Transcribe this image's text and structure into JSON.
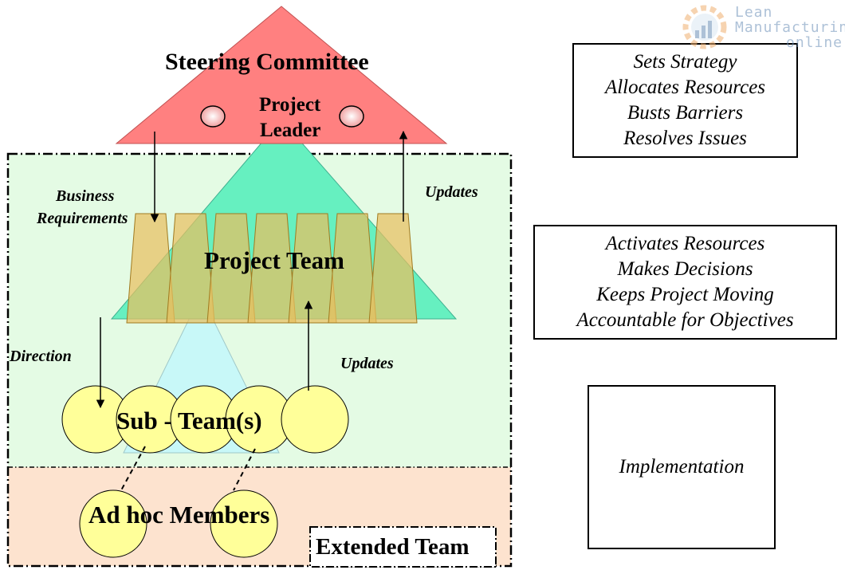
{
  "diagram": {
    "steering_committee": "Steering Committee",
    "project_leader_line1": "Project",
    "project_leader_line2": "Leader",
    "project_team": "Project Team",
    "sub_teams": "Sub - Team(s)",
    "ad_hoc_members": "Ad hoc Members",
    "extended_team": "Extended Team",
    "business_requirements_line1": "Business",
    "business_requirements_line2": "Requirements",
    "updates_top": "Updates",
    "direction": "Direction",
    "updates_bottom": "Updates"
  },
  "boxes": {
    "steering": [
      "Sets Strategy",
      "Allocates Resources",
      "Busts Barriers",
      "Resolves Issues"
    ],
    "project": [
      "Activates Resources",
      "Makes Decisions",
      "Keeps Project Moving",
      "Accountable for Objectives"
    ],
    "implementation": [
      "Implementation"
    ]
  },
  "logo": {
    "line1": "Lean",
    "line2": "Manufacturing",
    "line3": "online",
    "icon": "gear-chart-icon"
  },
  "colors": {
    "steering_triangle": "#ff8080",
    "project_triangle": "#66f0c0",
    "sub_triangle": "#c8f8f8",
    "team_zone": "#e4fbe4",
    "extended_zone": "#fde3cf",
    "columns": "#e8bf60",
    "circles": "#ffff99"
  }
}
